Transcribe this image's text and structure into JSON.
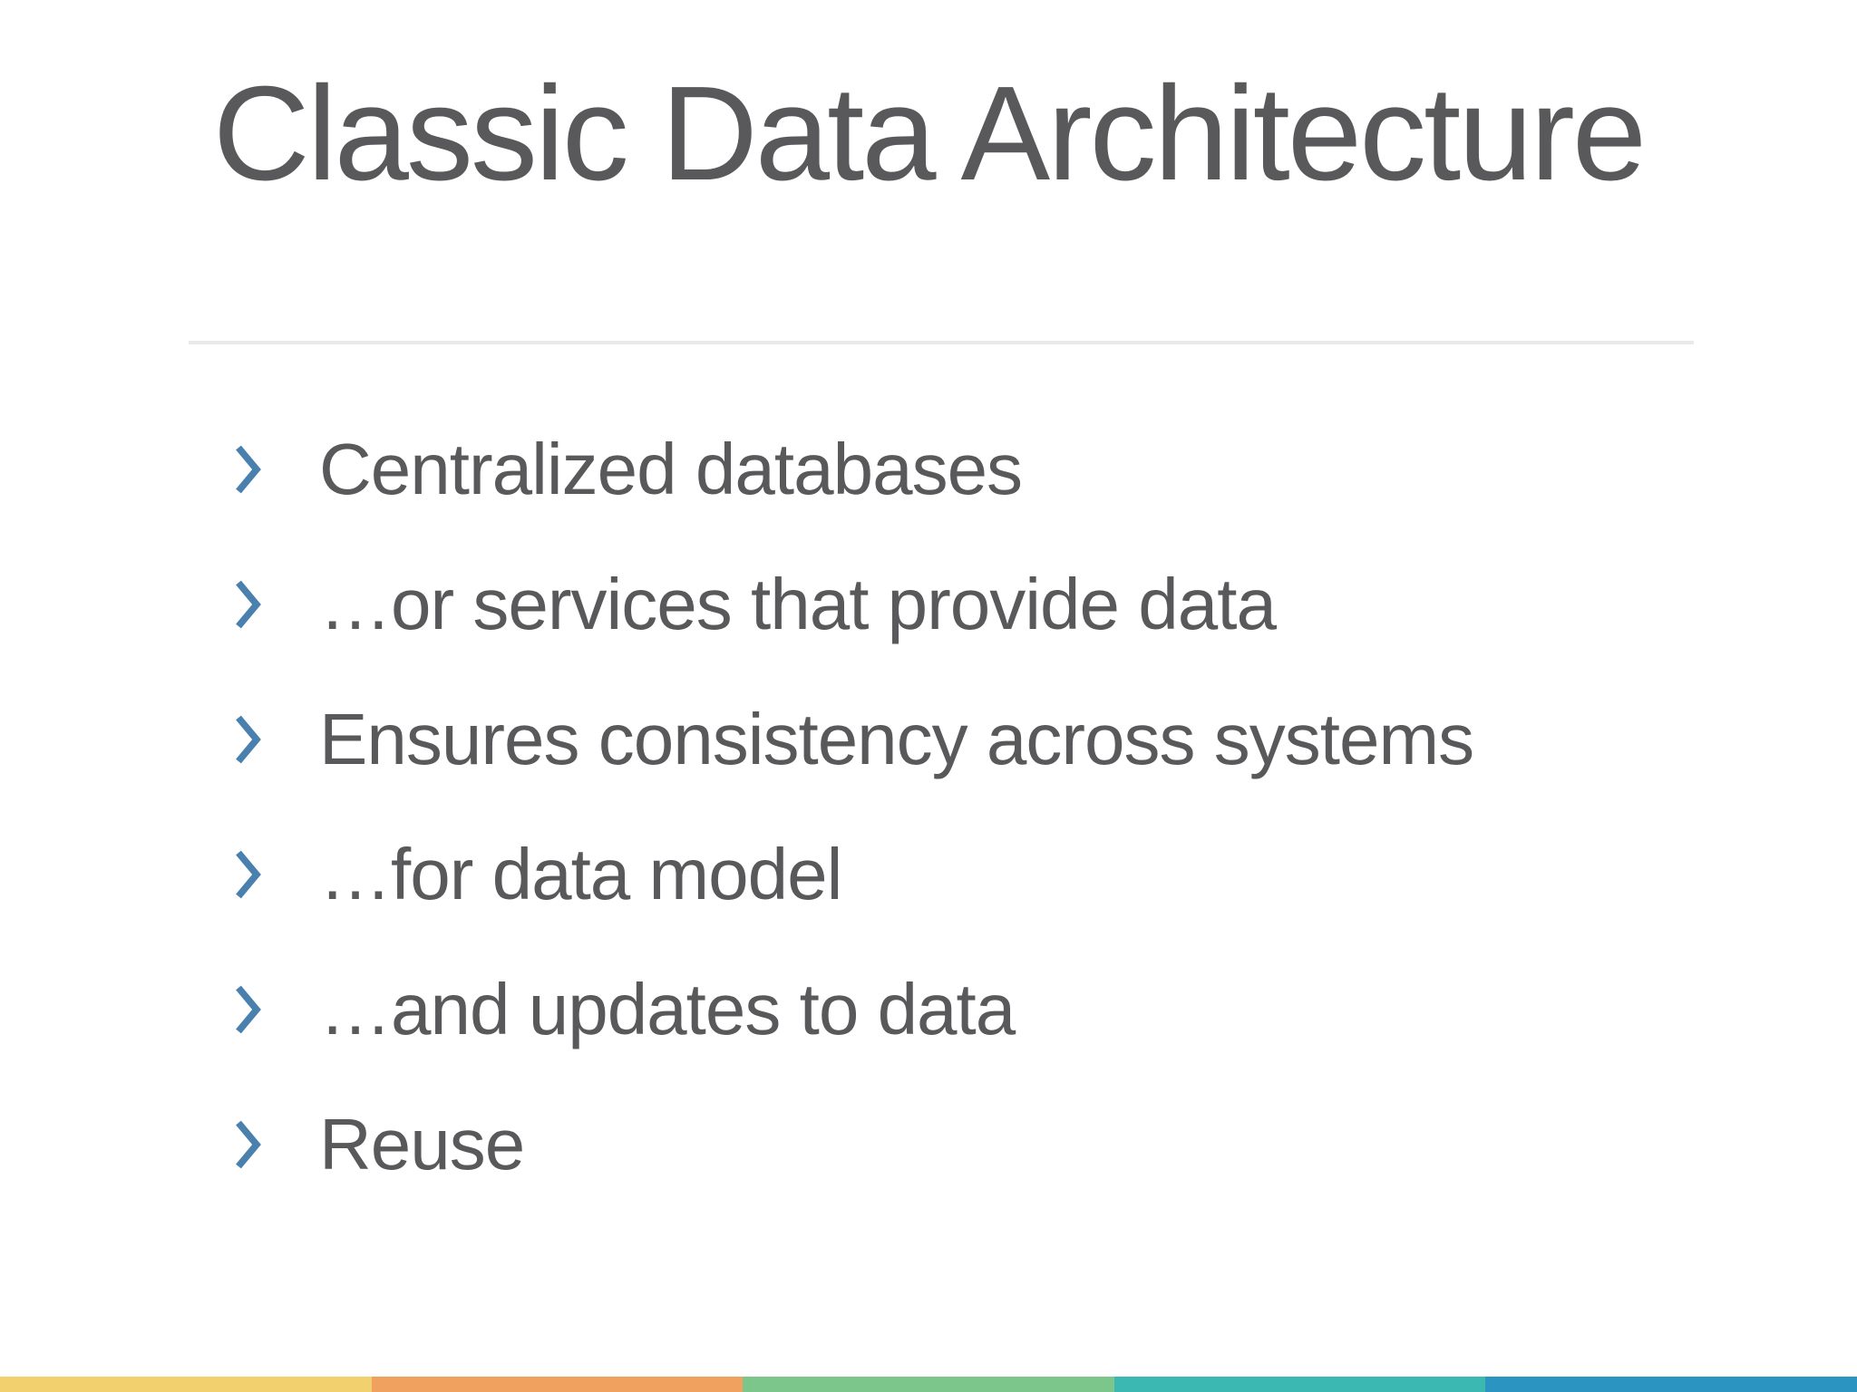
{
  "slide": {
    "title": "Classic Data Architecture",
    "bullets": [
      {
        "text": "Centralized databases"
      },
      {
        "text": "…or services that provide data"
      },
      {
        "text": "Ensures consistency across systems"
      },
      {
        "text": "…for data model"
      },
      {
        "text": "…and updates to data"
      },
      {
        "text": "Reuse"
      }
    ],
    "bullet_marker_icon": "chevron-right-icon",
    "colors": {
      "background": "#ffffff",
      "text": "#59595b",
      "bullet_marker": "#4a80ad",
      "divider": "#e9e9e9"
    },
    "footer_bar": {
      "segment_colors": [
        "#f3d06e",
        "#f0a15f",
        "#7cc68c",
        "#3bb8b2",
        "#2b94c1"
      ]
    }
  }
}
